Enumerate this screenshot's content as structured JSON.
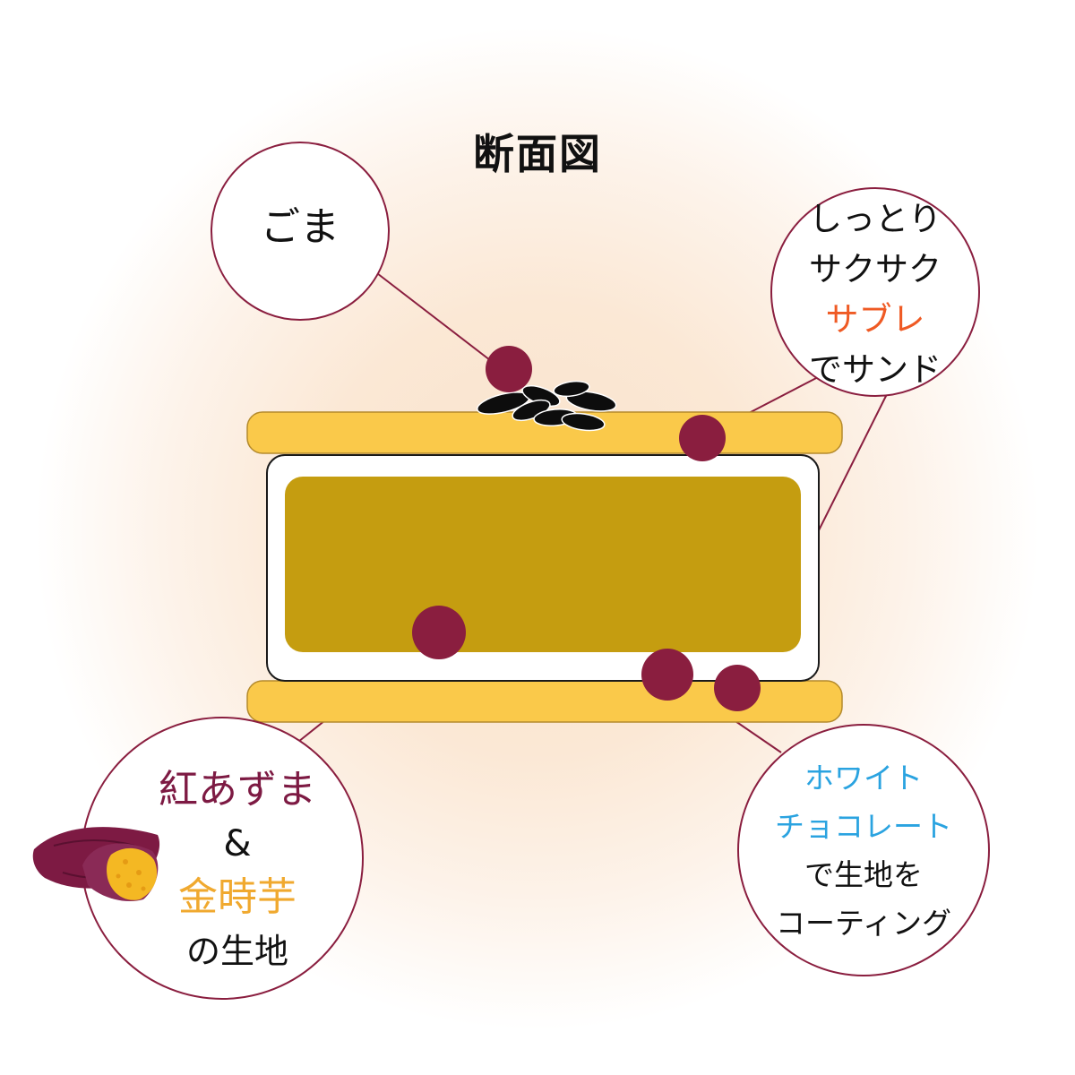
{
  "title": "断面図",
  "labels": {
    "sesame": {
      "text": "ごま"
    },
    "sable": {
      "line1": "しっとり",
      "line2": "サクサク",
      "line3": "サブレ",
      "line4": "でサンド"
    },
    "white_choco": {
      "line1": "ホワイト",
      "line2": "チョコレート",
      "line3": "で生地を",
      "line4": "コーティング"
    },
    "dough": {
      "line1": "紅あずま",
      "line2": "&",
      "line3": "金時芋",
      "line4": "の生地"
    }
  },
  "colors": {
    "sable": "#fac94a",
    "filling": "#c59d10",
    "coating": "#ffffff",
    "marker": "#8a1e3f",
    "sesame": "#0d0d0d",
    "sable_highlight": "#ef5a24",
    "choco_highlight": "#2aa3e0",
    "beniazuma": "#7d1a43",
    "kintoki": "#f0a92f"
  },
  "icons": [
    "sweet-potato-icon"
  ]
}
